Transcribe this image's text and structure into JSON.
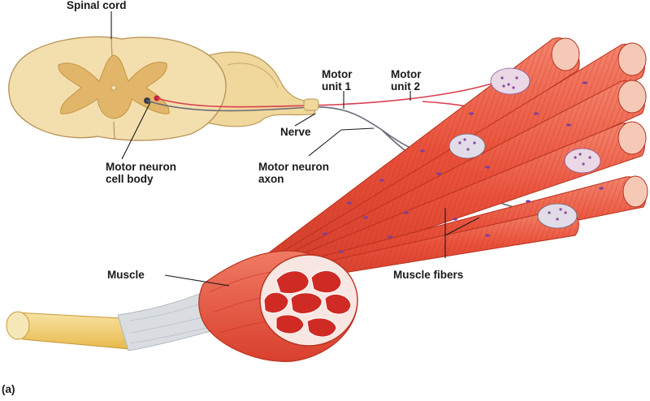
{
  "labels": {
    "spinal_cord": "Spinal cord",
    "motor_unit_1": "Motor\nunit 1",
    "motor_unit_2": "Motor\nunit 2",
    "nerve": "Nerve",
    "motor_neuron_cell_body": "Motor neuron\ncell body",
    "motor_neuron_axon": "Motor neuron\naxon",
    "muscle": "Muscle",
    "muscle_fibers": "Muscle fibers",
    "panel": "(a)"
  },
  "colors": {
    "cord_outer": "#f3dfae",
    "cord_gray": "#e2b66a",
    "fiber": "#e8503a",
    "fiber_light": "#f3a08a",
    "striation": "#c7301f",
    "nuclei": "#7b3fa0",
    "axon_unit_1": "#6a6a7a",
    "axon_unit_2": "#d94050",
    "tendon": "#f2d27a"
  }
}
